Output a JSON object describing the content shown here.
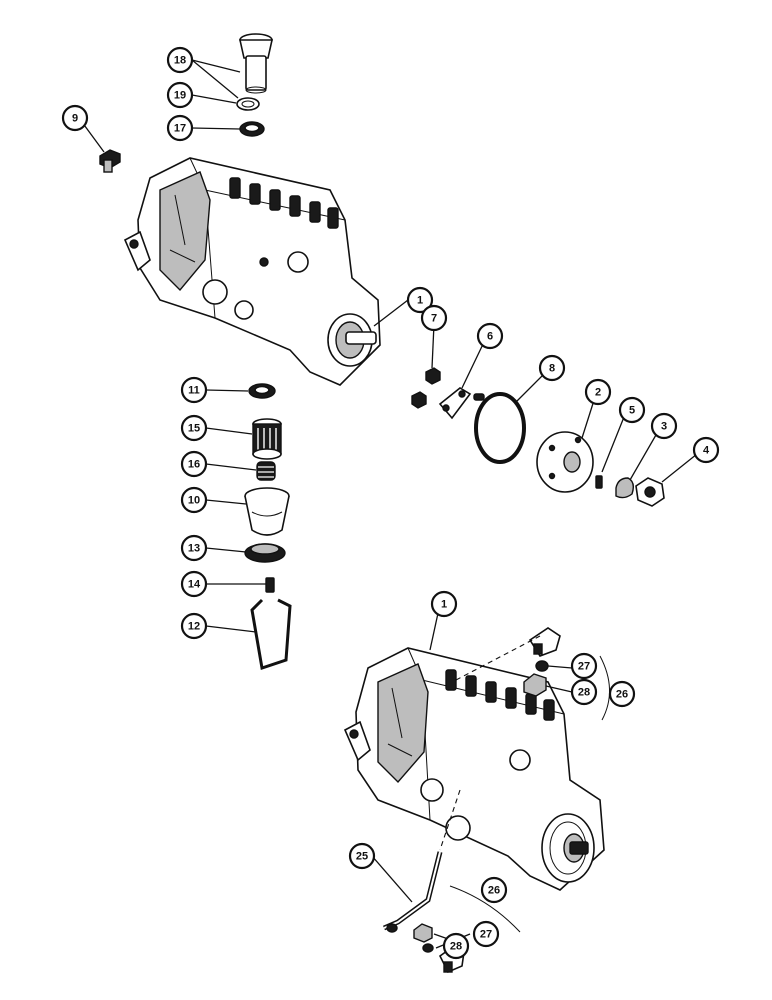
{
  "callouts": [
    {
      "id": "c18",
      "label": "18"
    },
    {
      "id": "c19",
      "label": "19"
    },
    {
      "id": "c17",
      "label": "17"
    },
    {
      "id": "c9",
      "label": "9"
    },
    {
      "id": "c1a",
      "label": "1"
    },
    {
      "id": "c7",
      "label": "7"
    },
    {
      "id": "c6",
      "label": "6"
    },
    {
      "id": "c8",
      "label": "8"
    },
    {
      "id": "c2",
      "label": "2"
    },
    {
      "id": "c5",
      "label": "5"
    },
    {
      "id": "c3",
      "label": "3"
    },
    {
      "id": "c4",
      "label": "4"
    },
    {
      "id": "c11",
      "label": "11"
    },
    {
      "id": "c15",
      "label": "15"
    },
    {
      "id": "c16",
      "label": "16"
    },
    {
      "id": "c10",
      "label": "10"
    },
    {
      "id": "c13",
      "label": "13"
    },
    {
      "id": "c14",
      "label": "14"
    },
    {
      "id": "c12",
      "label": "12"
    },
    {
      "id": "c1b",
      "label": "1"
    },
    {
      "id": "c27a",
      "label": "27"
    },
    {
      "id": "c28a",
      "label": "28"
    },
    {
      "id": "c26a",
      "label": "26"
    },
    {
      "id": "c25",
      "label": "25"
    },
    {
      "id": "c26b",
      "label": "26"
    },
    {
      "id": "c28b",
      "label": "28"
    },
    {
      "id": "c27b",
      "label": "27"
    }
  ],
  "colors": {
    "ink": "#111111",
    "paper": "#ffffff"
  }
}
